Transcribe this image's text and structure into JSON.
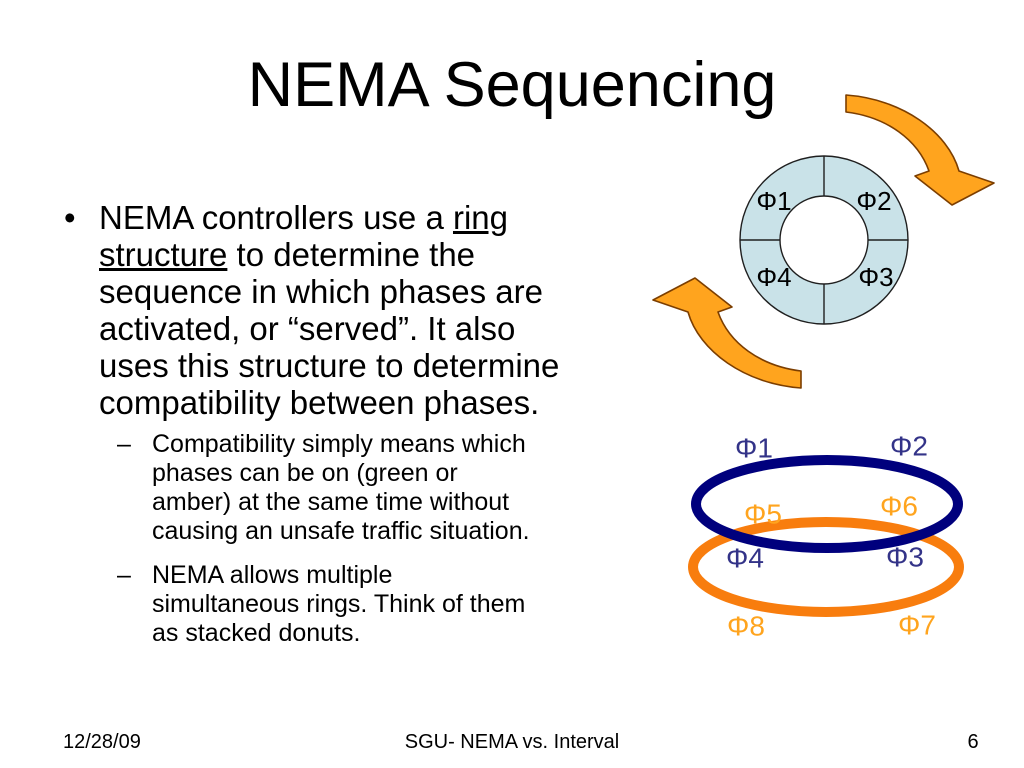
{
  "title": "NEMA Sequencing",
  "content": {
    "bullet_glyph": "•",
    "dash_glyph": "–",
    "main_bullet": {
      "pre": "NEMA controllers use a ",
      "underlined": "ring structure",
      "post": " to determine the sequence in which phases are activated, or “served”. It also uses this structure to determine compatibility between phases."
    },
    "sub_bullets": [
      "Compatibility simply means which phases can be on (green or amber) at the same time without causing an unsafe traffic situation.",
      "NEMA allows multiple simultaneous rings. Think of them as stacked donuts."
    ]
  },
  "donut_diagram": {
    "phi1": "Φ1",
    "phi2": "Φ2",
    "phi3": "Φ3",
    "phi4": "Φ4"
  },
  "ring_diagram": {
    "phi1": "Φ1",
    "phi2": "Φ2",
    "phi3": "Φ3",
    "phi4": "Φ4",
    "phi5": "Φ5",
    "phi6": "Φ6",
    "phi7": "Φ7",
    "phi8": "Φ8"
  },
  "footer": {
    "date": "12/28/09",
    "title": "SGU- NEMA vs. Interval",
    "page_number": "6"
  },
  "colors": {
    "donut_fill": "#C9E2E8",
    "outline_dark": "#1f1f1f",
    "arrow_fill": "#FFA41E",
    "arrow_outline": "#7C3E00",
    "ring1_navy": "#00007D",
    "ring2_orange": "#F87D0E",
    "phase_label_blue": "#333388",
    "phase_label_orange": "#FFA41E",
    "donut_label_black": "#000000"
  }
}
